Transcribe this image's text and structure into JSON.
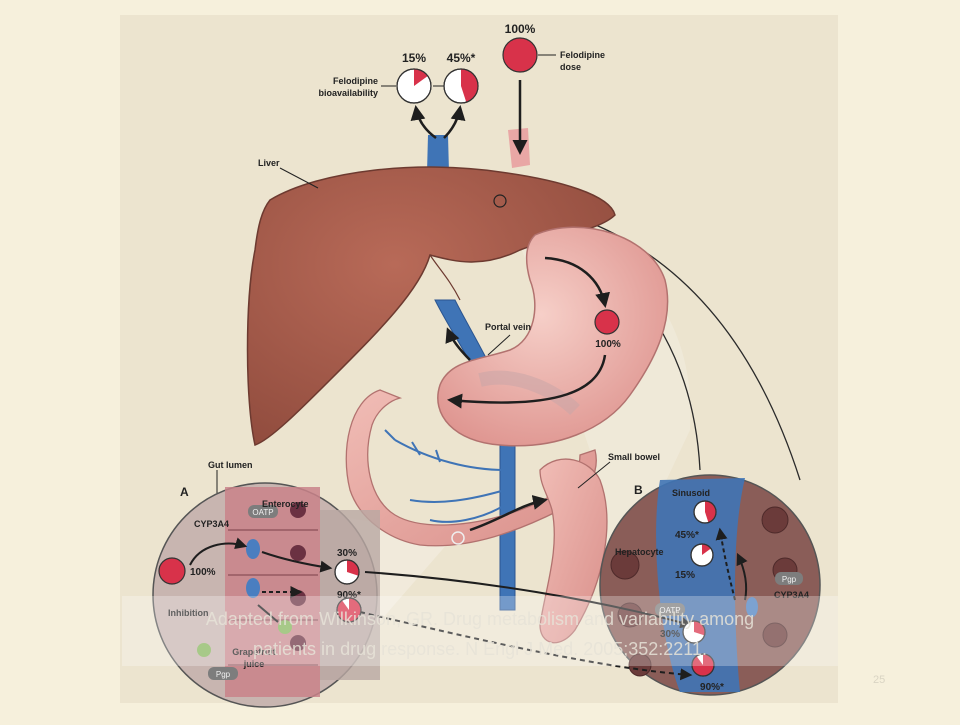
{
  "labels": {
    "felodipine_bioavailability": [
      "Felodipine",
      "bioavailability"
    ],
    "felodipine_dose": [
      "Felodipine",
      "dose"
    ],
    "liver": "Liver",
    "portal_vein": "Portal vein",
    "small_bowel": "Small bowel",
    "gut_lumen": "Gut lumen",
    "panel_a": "A",
    "panel_b": "B",
    "enterocyte": "Enterocyte",
    "cyp3a4_left": "CYP3A4",
    "cyp3a4_right": "CYP3A4",
    "oatp_left": "OATP",
    "oatp_right": "OATP",
    "pgp_left": "Pgp",
    "pgp_right": "Pgp",
    "inhibition": "Inhibition",
    "grapefruit_juice": [
      "Grapefruit",
      "juice"
    ],
    "sinusoid": "Sinusoid",
    "hepatocyte": "Hepatocyte"
  },
  "percentages": {
    "top_15": "15%",
    "top_45": "45%*",
    "top_dose": "100%",
    "stomach": "100%",
    "panel_a_100": "100%",
    "panel_a_30": "30%",
    "panel_a_90": "90%*",
    "panel_b_45": "45%*",
    "panel_b_15": "15%",
    "panel_b_30": "30%",
    "panel_b_90": "90%*"
  },
  "pie_fractions": {
    "top_15": 0.15,
    "top_45": 0.45,
    "top_dose": 1.0,
    "stomach": 1.0,
    "panel_a_100": 1.0,
    "panel_a_30": 0.3,
    "panel_a_90": 0.9,
    "panel_b_45": 0.45,
    "panel_b_15": 0.15,
    "panel_b_30": 0.3,
    "panel_b_90": 0.9
  },
  "caption": [
    "Adapted from Wilkinson, GR. Drug metabolism and variability among",
    "patients in drug response.  N Engl J Med.  2005;352:2211."
  ],
  "slide_number": "25",
  "colors": {
    "drug_red": "#d8324a",
    "liver": "#a45a4a",
    "stomach": "#efb5b0",
    "vein": "#3f74b6",
    "paper": "#ece4cf"
  }
}
